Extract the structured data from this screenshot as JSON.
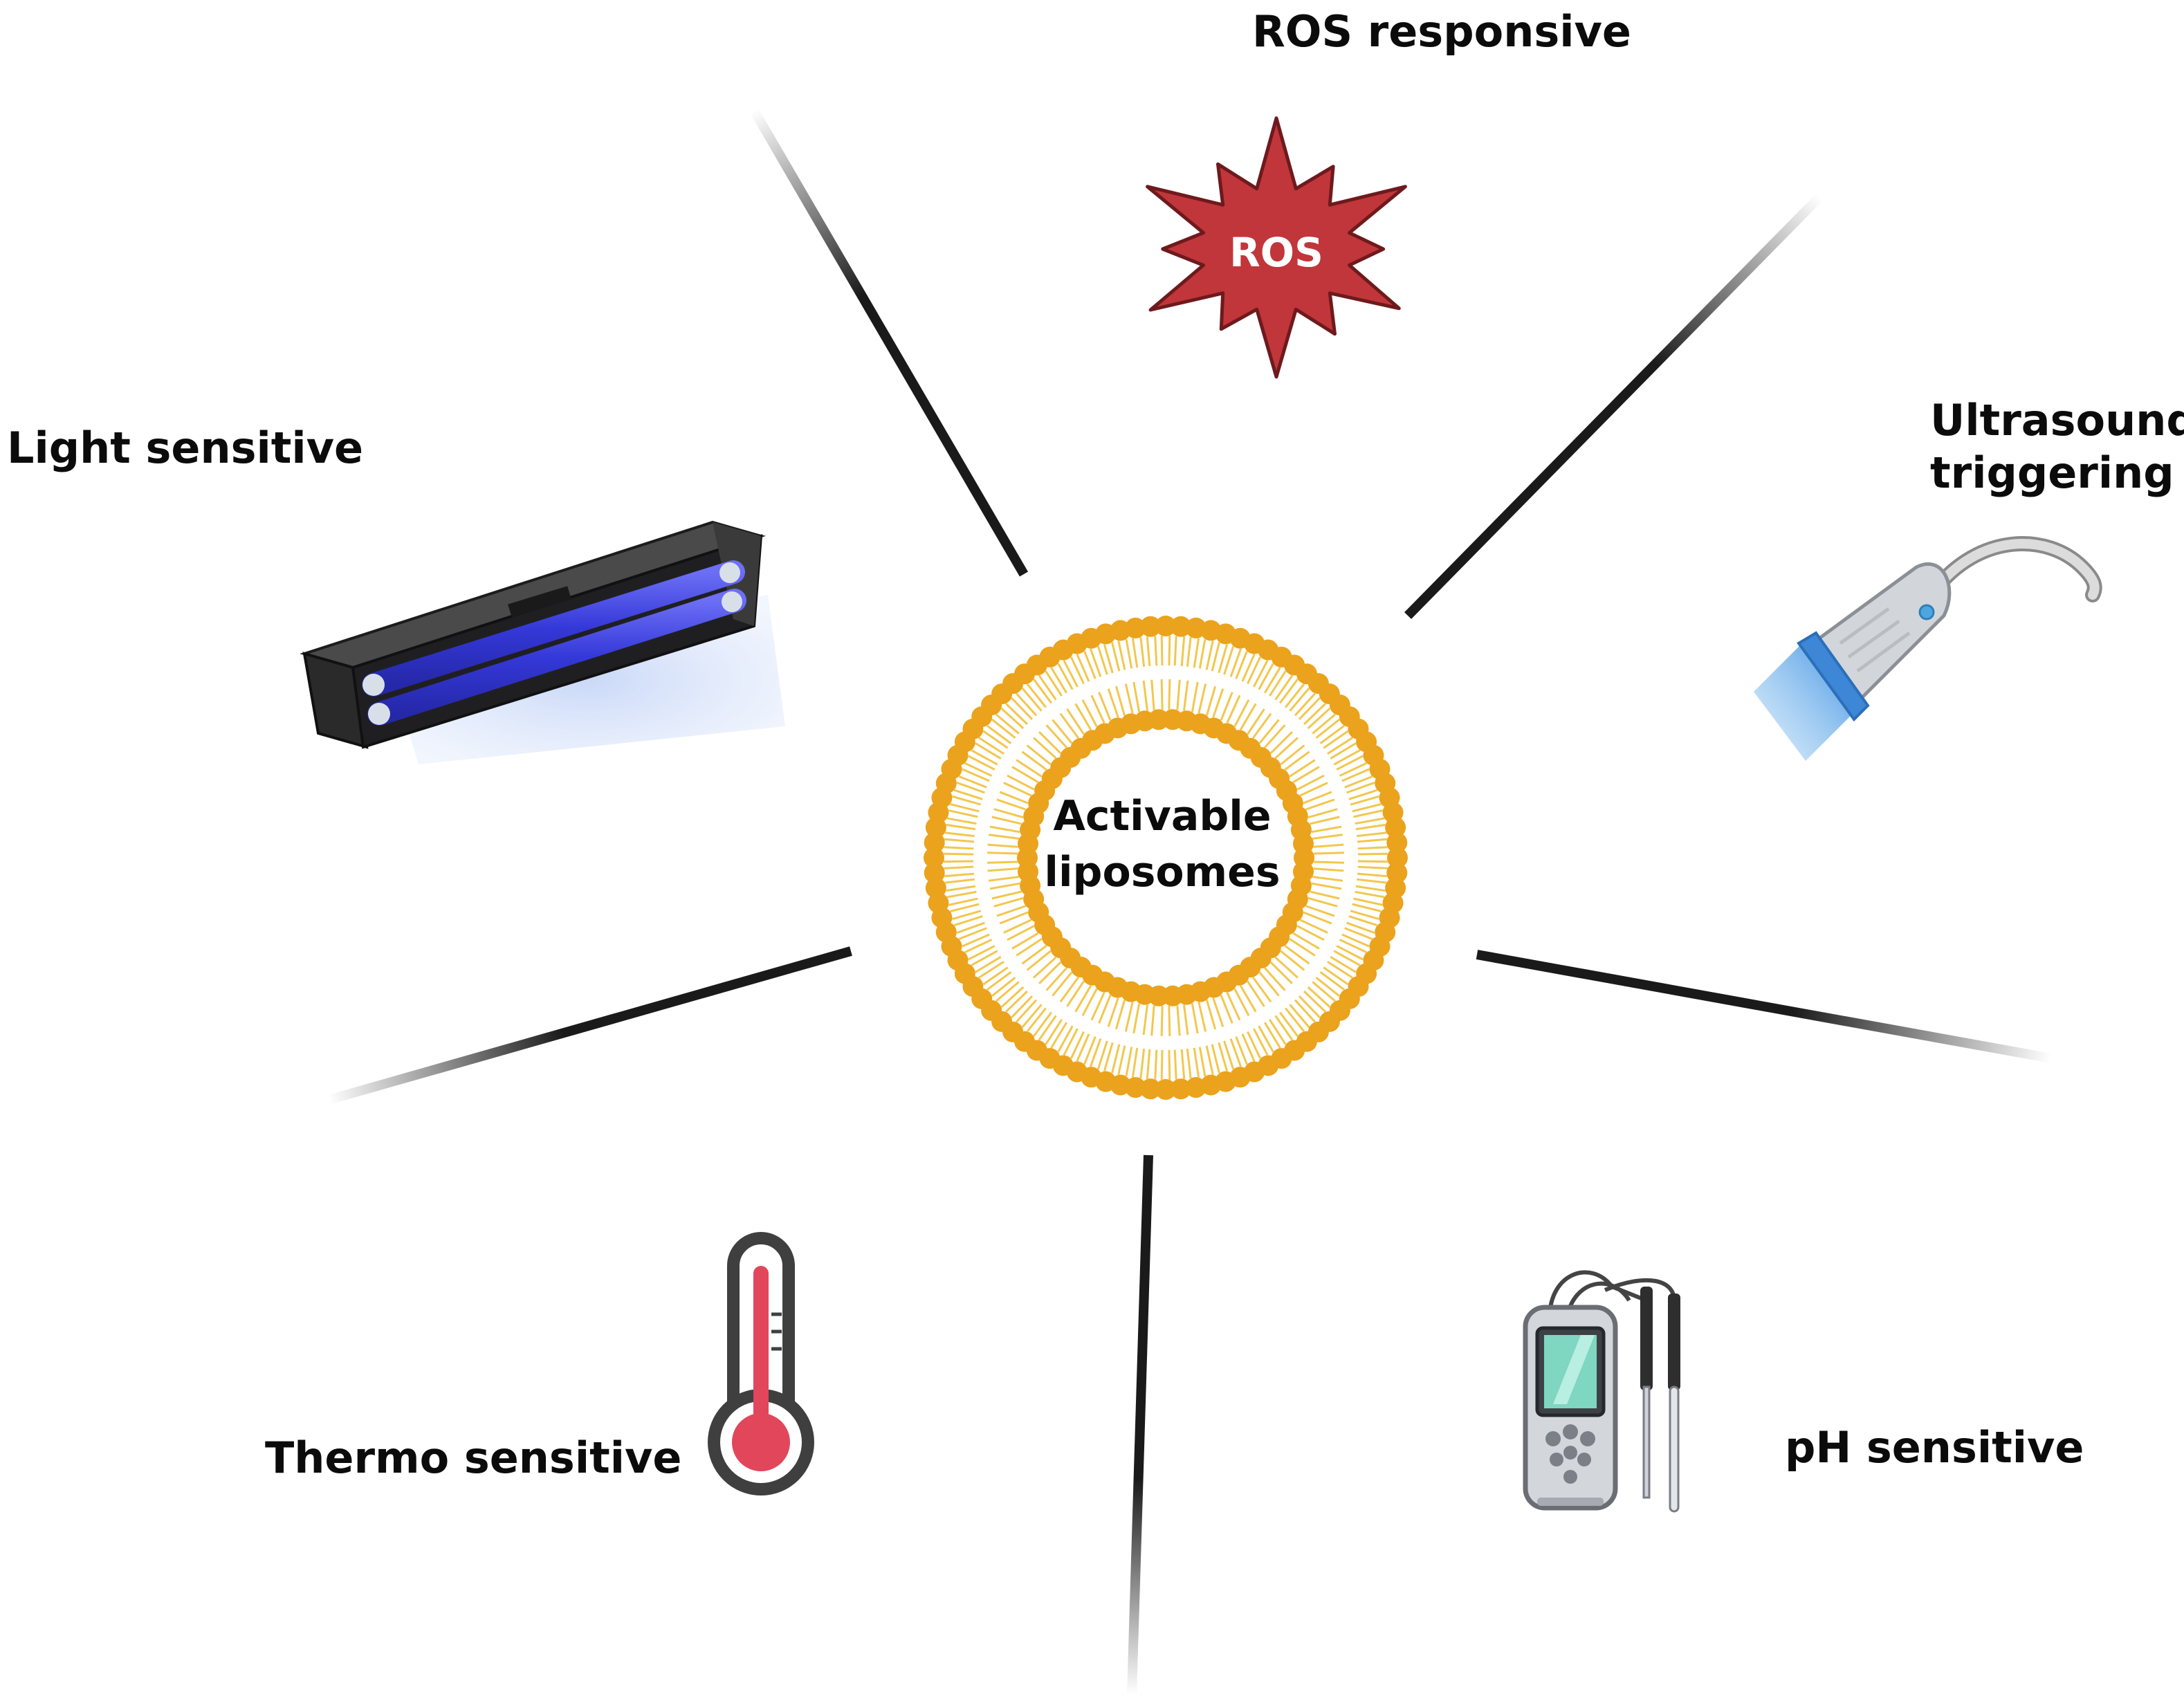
{
  "center": {
    "line1": "Activable",
    "line2": "liposomes"
  },
  "labels": {
    "ros": "ROS responsive",
    "light": "Light sensitive",
    "ultrasound": "Ultrasound\ntriggering",
    "thermo": "Thermo sensitive",
    "ph": "pH sensitive"
  },
  "ros_badge": "ROS",
  "icons": {
    "ros": "ros-starburst-icon",
    "light": "uv-lamp-icon",
    "ultrasound": "ultrasound-probe-icon",
    "thermo": "thermometer-icon",
    "ph": "ph-meter-icon"
  },
  "colors": {
    "lipid": "#eba21c",
    "ros_fill": "#c1363a",
    "lamp_tube": "#3b3ee0",
    "thermo_red": "#e2465a",
    "line": "#1a1a1a"
  }
}
